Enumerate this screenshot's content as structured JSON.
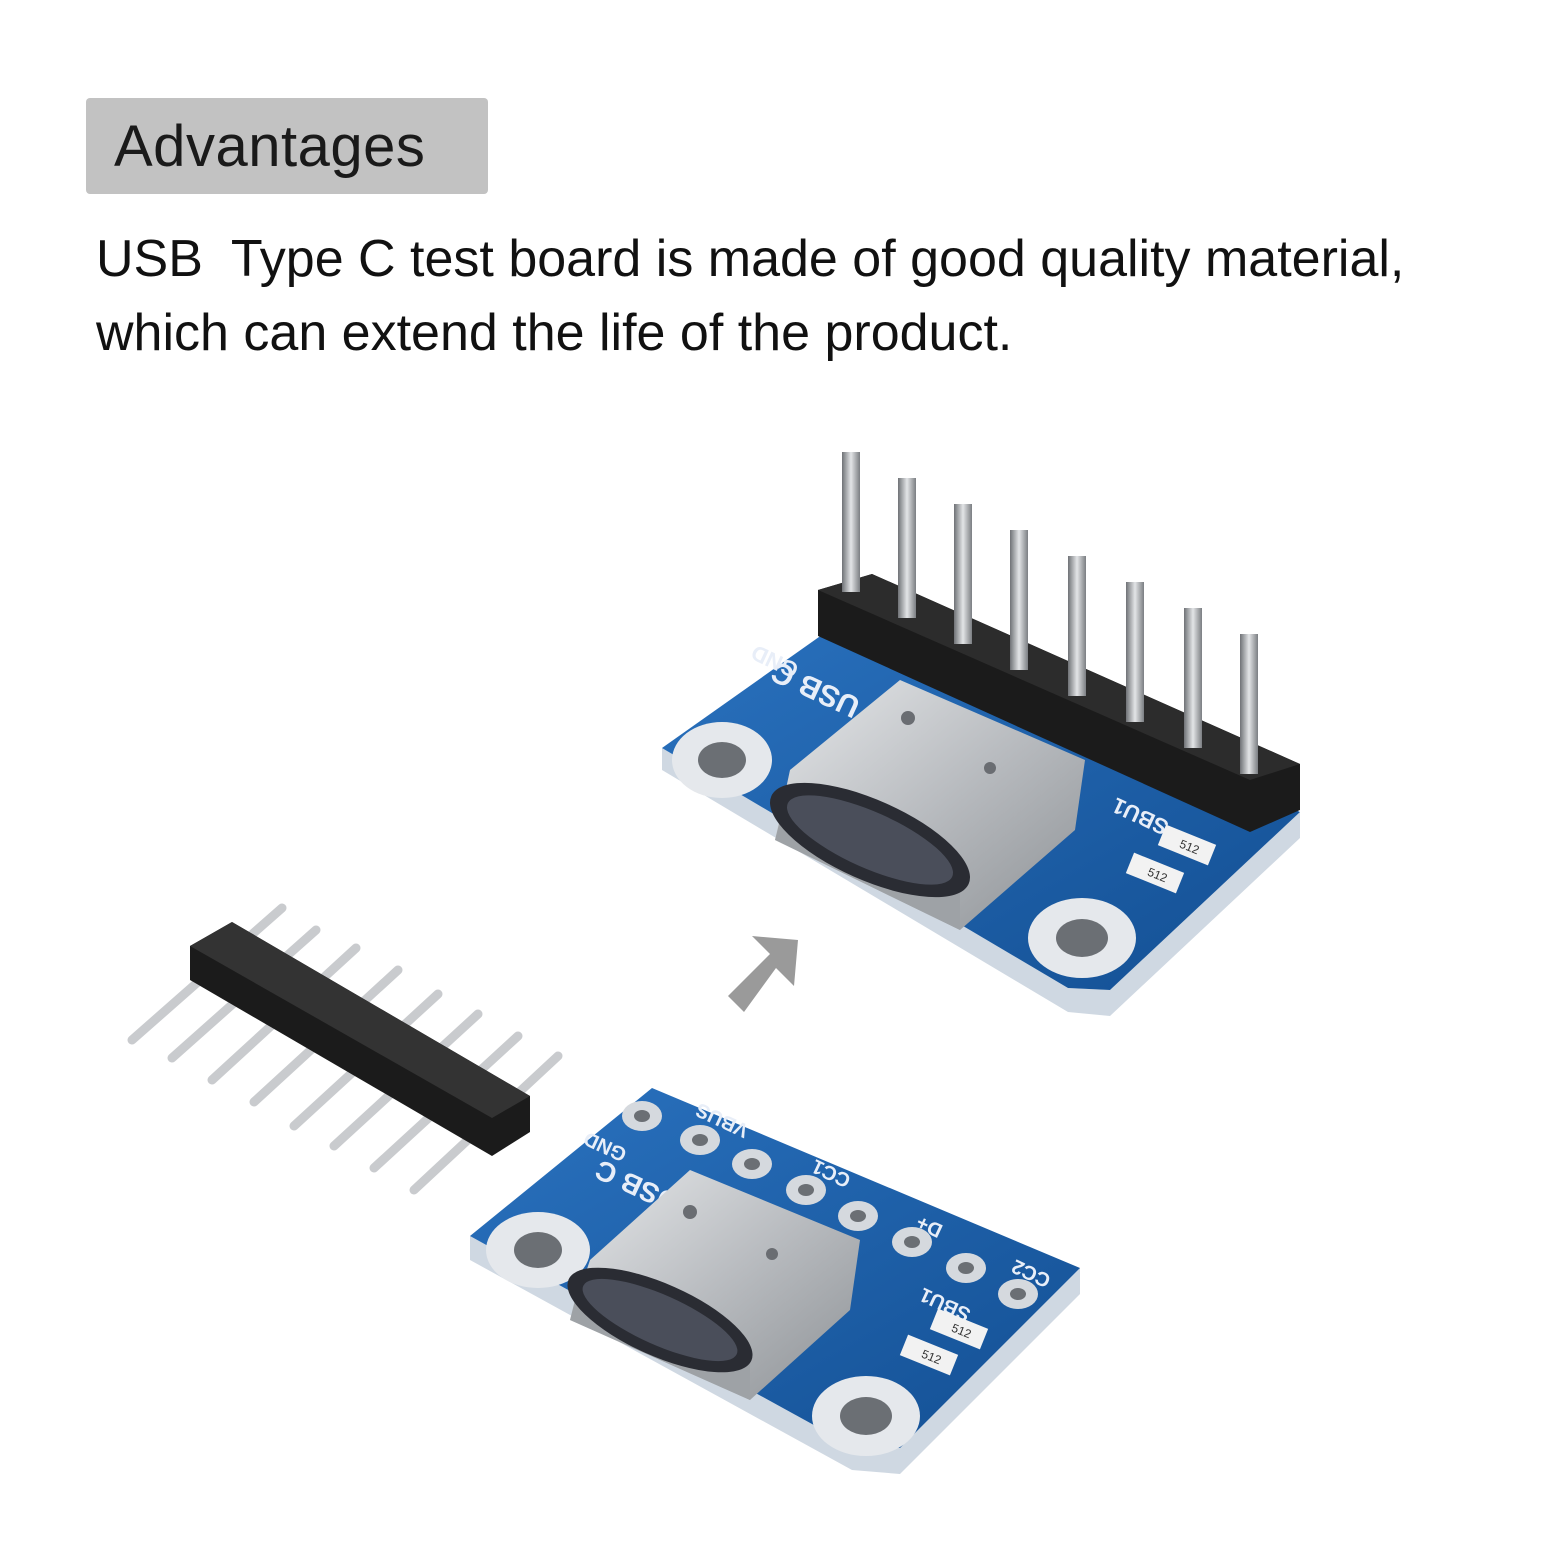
{
  "heading": {
    "label": "Advantages"
  },
  "description": {
    "line1": "USB  Type C test board is made of good quality material,",
    "line2": "which can extend the life of the product."
  },
  "silkscreen": {
    "board_title": "USB C",
    "pins": [
      "GND",
      "VBUS",
      "CC1",
      "D+",
      "CC2",
      "SBU1"
    ],
    "resistor_code": "512"
  },
  "colors": {
    "pcb_blue": "#1a5fa8",
    "pcb_edge": "#cfd8e2",
    "badge_gray": "#c2c2c2",
    "connector_silver": "#c7c9cc",
    "header_black": "#1b1b1b",
    "arrow_gray": "#9a9a9a"
  }
}
